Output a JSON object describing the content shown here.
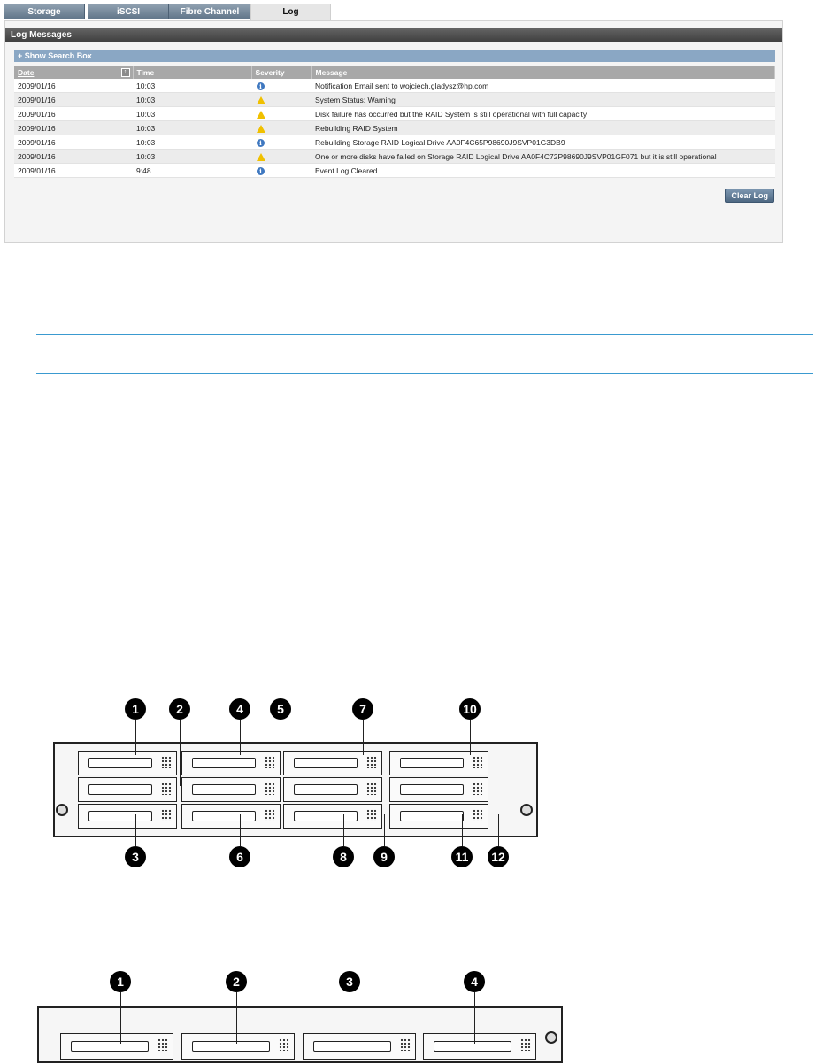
{
  "tabs": [
    {
      "label": "Storage"
    },
    {
      "label": "iSCSI"
    },
    {
      "label": "Fibre Channel"
    },
    {
      "label": "Log"
    }
  ],
  "active_tab": "Log",
  "panel": {
    "title": "Log Messages",
    "search_toggle": "+ Show Search Box",
    "columns": [
      "Date",
      "Time",
      "Severity",
      "Message"
    ],
    "rows": [
      {
        "date": "2009/01/16",
        "time": "10:03",
        "severity": "info",
        "message": "Notification Email sent to wojciech.gladysz@hp.com"
      },
      {
        "date": "2009/01/16",
        "time": "10:03",
        "severity": "warning",
        "message": "System Status: Warning"
      },
      {
        "date": "2009/01/16",
        "time": "10:03",
        "severity": "warning",
        "message": "Disk failure has occurred but the RAID System is still operational with full capacity"
      },
      {
        "date": "2009/01/16",
        "time": "10:03",
        "severity": "warning",
        "message": "Rebuilding RAID System"
      },
      {
        "date": "2009/01/16",
        "time": "10:03",
        "severity": "info",
        "message": "Rebuilding Storage RAID Logical Drive AA0F4C65P98690J9SVP01G3DB9"
      },
      {
        "date": "2009/01/16",
        "time": "10:03",
        "severity": "warning",
        "message": "One or more disks have failed on Storage RAID Logical Drive AA0F4C72P98690J9SVP01GF071 but it is still operational"
      },
      {
        "date": "2009/01/16",
        "time": "9:48",
        "severity": "info",
        "message": "Event Log Cleared"
      }
    ],
    "clear_button": "Clear Log"
  },
  "figure_2u": {
    "callouts_top": [
      "1",
      "2",
      "4",
      "5",
      "7",
      "10"
    ],
    "callouts_bottom": [
      "3",
      "6",
      "8",
      "9",
      "11",
      "12"
    ]
  },
  "figure_1u": {
    "callouts": [
      "1",
      "2",
      "3",
      "4"
    ]
  },
  "colors": {
    "tab_active": "#e6e6e6",
    "panel_title": "#4a4a4a",
    "search_bar": "#8aa7c4",
    "header_row": "#a8a8a8",
    "info_icon": "#3f78c0",
    "warning_icon": "#f0c000",
    "rule_line": "#3a9ad0"
  }
}
